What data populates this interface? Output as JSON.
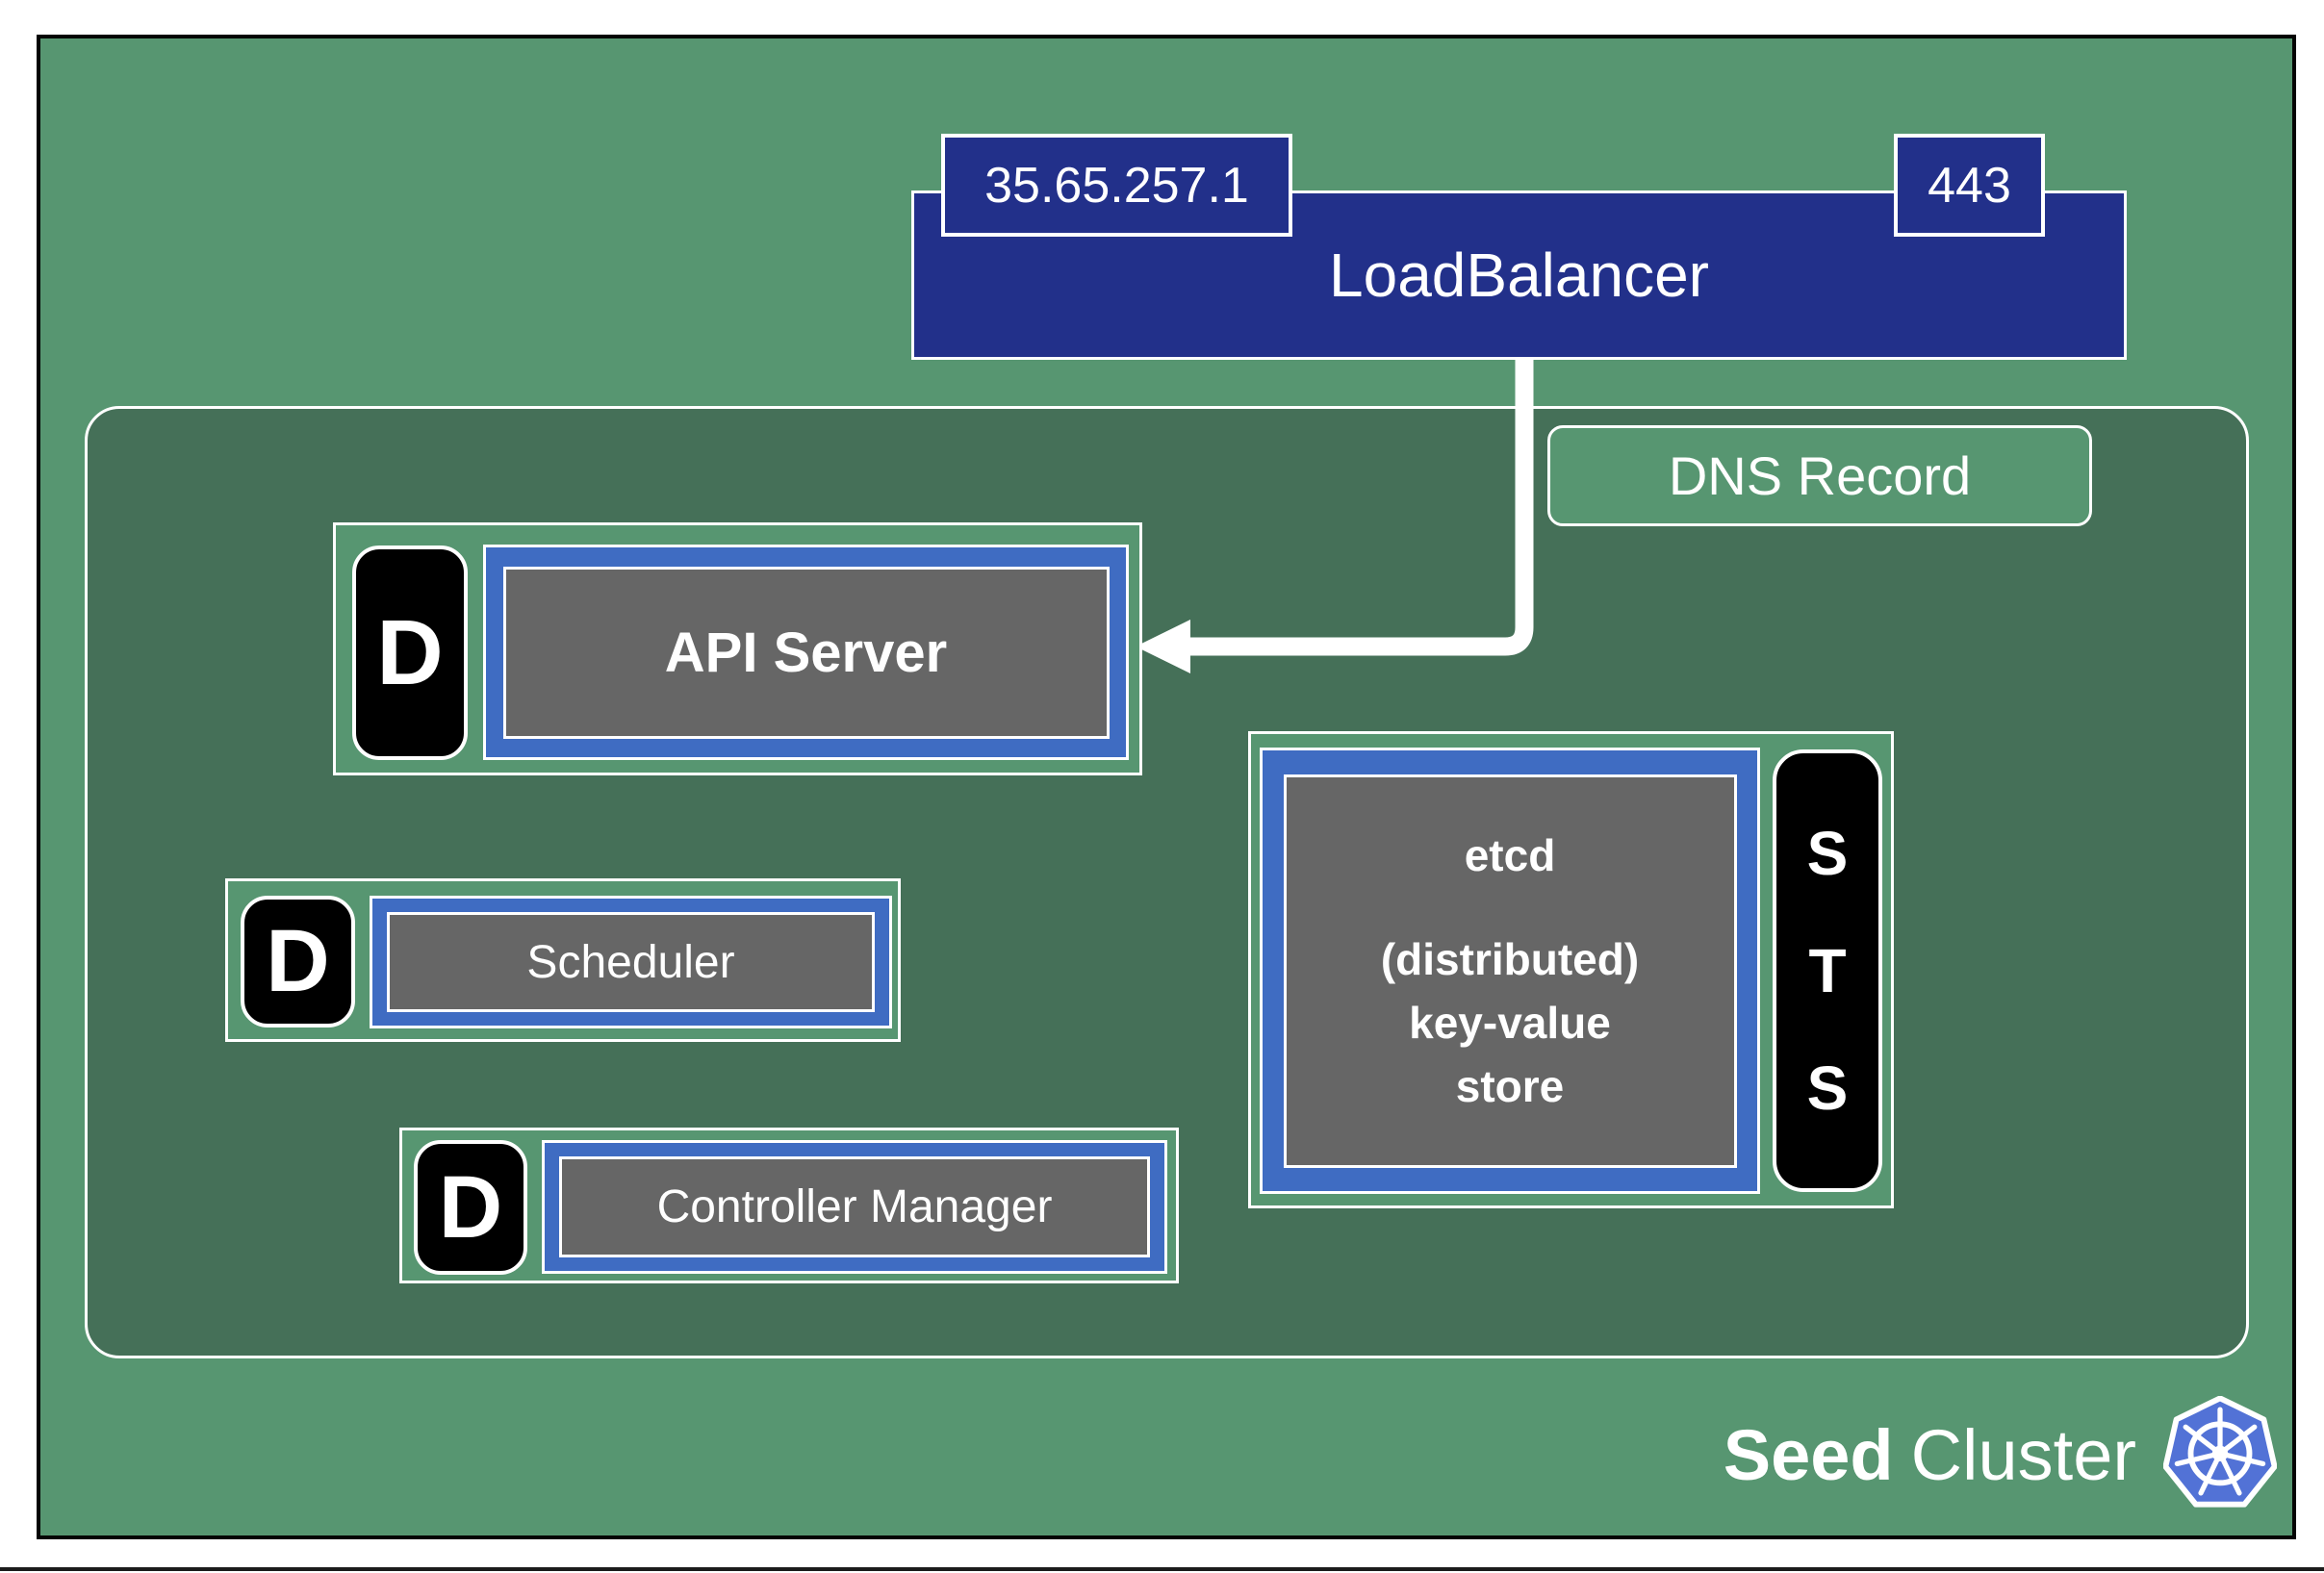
{
  "diagram": {
    "load_balancer": {
      "label": "LoadBalancer",
      "ip": "35.65.257.1",
      "port": "443"
    },
    "dns_record": "DNS Record",
    "workloads": {
      "api_server": {
        "badge": "D",
        "label": "API Server"
      },
      "scheduler": {
        "badge": "D",
        "label": "Scheduler"
      },
      "controller_manager": {
        "badge": "D",
        "label": "Controller Manager"
      },
      "etcd": {
        "badge_letters": [
          "S",
          "T",
          "S"
        ],
        "title": "etcd",
        "description_lines": [
          "(distributed)",
          "key-value",
          "store"
        ]
      }
    },
    "footer": {
      "seed": "Seed",
      "cluster": "Cluster"
    },
    "colors": {
      "outer_green": "#579671",
      "inner_green": "#457058",
      "navy": "#22308a",
      "blue": "#3f6cc2",
      "gray": "#666666",
      "kubernetes_blue": "#5272d6",
      "black": "#000000",
      "white": "#ffffff"
    }
  }
}
